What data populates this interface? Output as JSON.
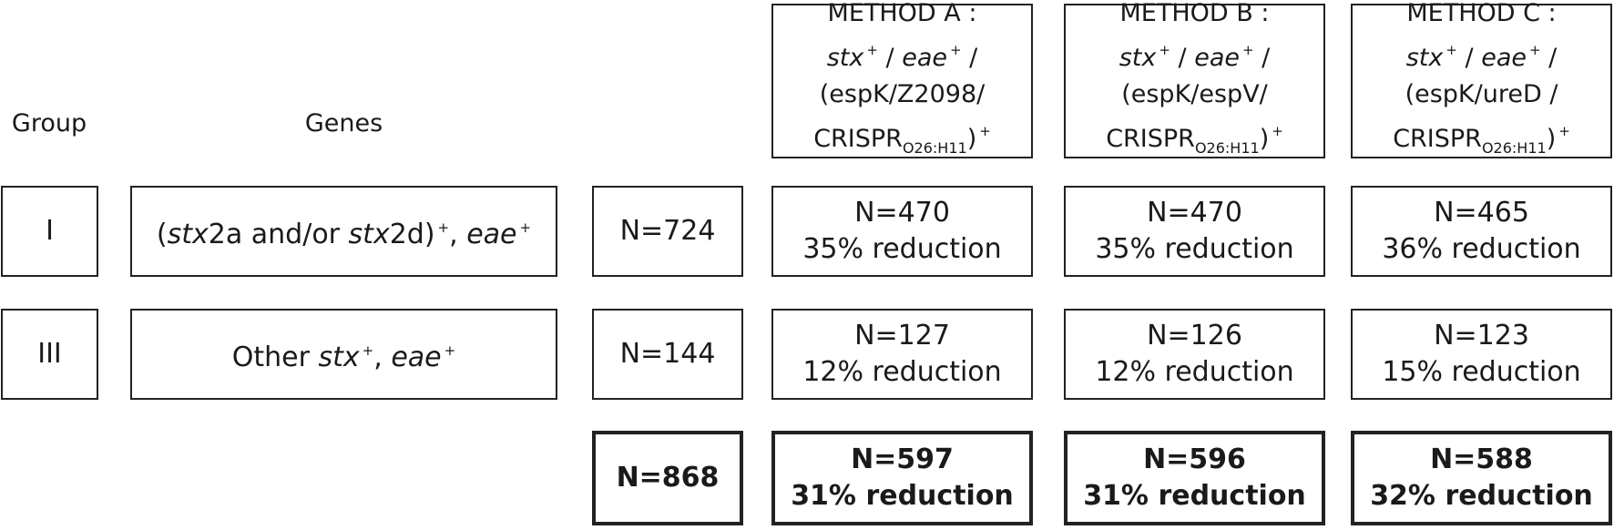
{
  "headers": {
    "group": "Group",
    "genes": "Genes"
  },
  "methods": [
    {
      "title": "METHOD A :",
      "line2_a": "stx",
      "line2_b": "/",
      "line2_c": "eae",
      "line2_d": "/",
      "line3": "(espK/Z2098/",
      "line4_main": "CRISPR",
      "line4_sub": "O26:H11",
      "line4_end": ")",
      "plus": "+"
    },
    {
      "title": "METHOD B :",
      "line2_a": "stx",
      "line2_b": "/",
      "line2_c": "eae",
      "line2_d": "/",
      "line3": "(espK/espV/",
      "line4_main": "CRISPR",
      "line4_sub": "O26:H11",
      "line4_end": ")",
      "plus": "+"
    },
    {
      "title": "METHOD C :",
      "line2_a": "stx",
      "line2_b": "/",
      "line2_c": "eae",
      "line2_d": "/",
      "line3": "(espK/ureD /",
      "line4_main": "CRISPR",
      "line4_sub": "O26:H11",
      "line4_end": ")",
      "plus": "+"
    }
  ],
  "rows": [
    {
      "group": "I",
      "genes": {
        "p1": "(",
        "i1": "stx",
        "p2": "2a and/or ",
        "i2": "stx",
        "p3": "2d)",
        "s1": "+",
        "p4": ",  ",
        "i3": "eae",
        "s2": "+"
      },
      "total": "N=724",
      "results": [
        {
          "n": "N=470",
          "reduction": "35% reduction"
        },
        {
          "n": "N=470",
          "reduction": "35% reduction"
        },
        {
          "n": "N=465",
          "reduction": "36% reduction"
        }
      ]
    },
    {
      "group": "III",
      "genes": {
        "p1": "Other ",
        "i1": "stx",
        "s1": "+",
        "p2": ",  ",
        "i2": "eae",
        "s2": "+"
      },
      "total": "N=144",
      "results": [
        {
          "n": "N=127",
          "reduction": "12% reduction"
        },
        {
          "n": "N=126",
          "reduction": "12% reduction"
        },
        {
          "n": "N=123",
          "reduction": "15% reduction"
        }
      ]
    }
  ],
  "totals": {
    "total": "N=868",
    "results": [
      {
        "n": "N=597",
        "reduction": "31% reduction"
      },
      {
        "n": "N=596",
        "reduction": "31% reduction"
      },
      {
        "n": "N=588",
        "reduction": "32% reduction"
      }
    ]
  }
}
